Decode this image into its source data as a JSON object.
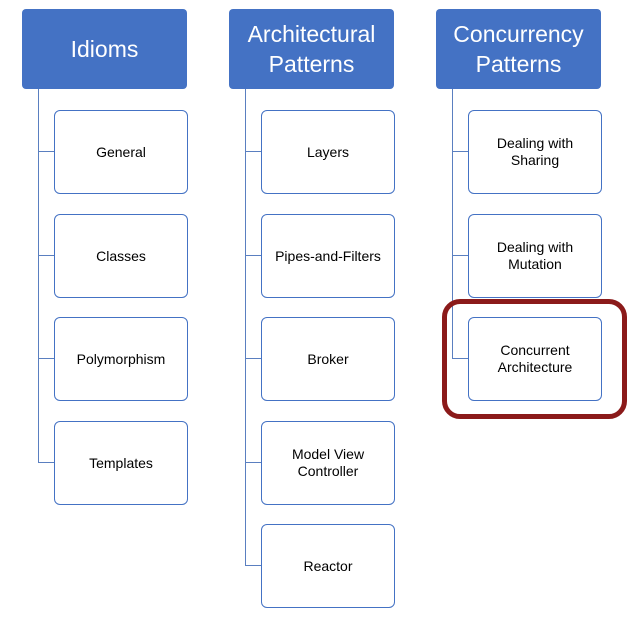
{
  "columns": [
    {
      "header": "Idioms",
      "items": [
        "General",
        "Classes",
        "Polymorphism",
        "Templates"
      ]
    },
    {
      "header": "Architectural Patterns",
      "items": [
        "Layers",
        "Pipes-and-Filters",
        "Broker",
        "Model View Controller",
        "Reactor"
      ]
    },
    {
      "header": "Concurrency Patterns",
      "items": [
        "Dealing with Sharing",
        "Dealing with Mutation",
        "Concurrent Architecture"
      ]
    }
  ],
  "highlighted_item": "Concurrent Architecture",
  "colors": {
    "header_fill": "#4472c4",
    "box_border": "#4472c4",
    "highlight": "#8b1a1a"
  }
}
